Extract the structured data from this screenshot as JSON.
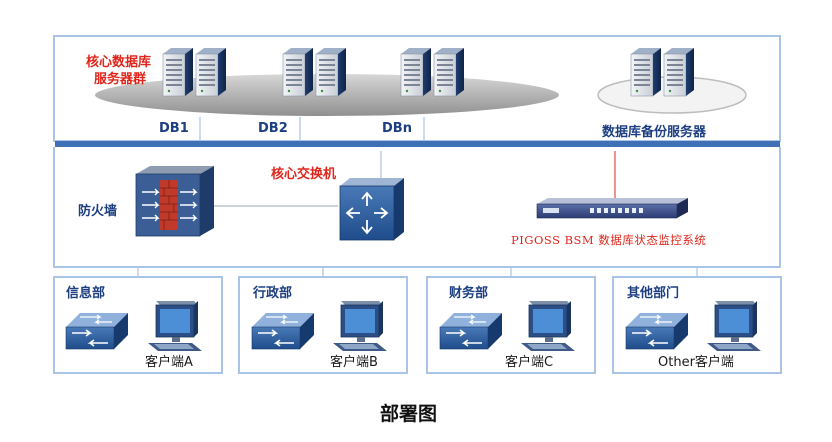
{
  "db_cluster": {
    "label_line1": "核心数据库",
    "label_line2": "服务器群",
    "db1": "DB1",
    "db2": "DB2",
    "dbn": "DBn"
  },
  "backup_server": {
    "label": "数据库备份服务器"
  },
  "core_switch": {
    "label": "核心交换机"
  },
  "firewall": {
    "label": "防火墙"
  },
  "bsm": {
    "label": "PIGOSS BSM 数据库状态监控系统"
  },
  "departments": [
    {
      "name": "信息部",
      "client": "客户端A"
    },
    {
      "name": "行政部",
      "client": "客户端B"
    },
    {
      "name": "财务部",
      "client": "客户端C"
    },
    {
      "name": "其他部门",
      "client": "Other客户端"
    }
  ],
  "caption": "部署图",
  "colors": {
    "accent_red": "#e0261b",
    "text_navy": "#1d3f82",
    "panel_border": "#a9c4e6",
    "bus_bar": "#3f6fb5"
  }
}
